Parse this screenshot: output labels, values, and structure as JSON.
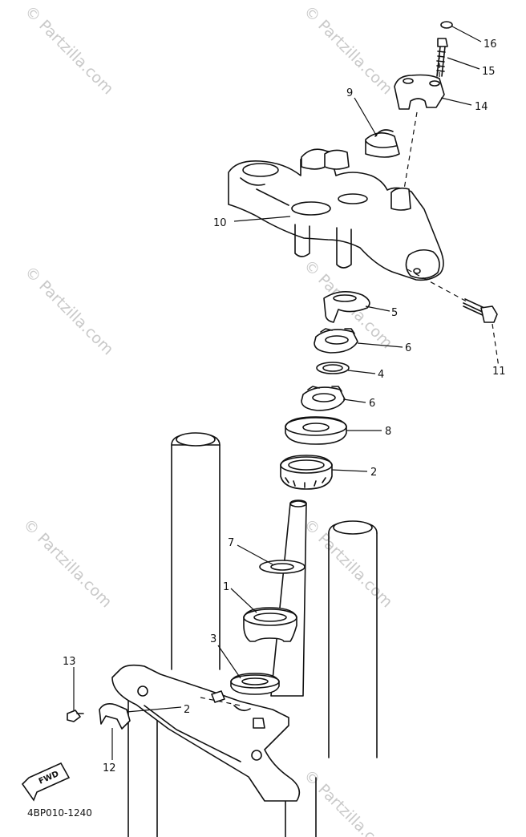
{
  "diagram": {
    "callouts": [
      "16",
      "15",
      "14",
      "9",
      "10",
      "5",
      "6",
      "4",
      "11",
      "6",
      "8",
      "2",
      "7",
      "1",
      "3",
      "13",
      "2",
      "12"
    ],
    "drawing_code": "4BP010-1240",
    "fwd_marker": "FWD"
  },
  "watermark": {
    "text": "© Partzilla.com",
    "text_repeats": [
      "© Partzilla.com",
      "© Partzilla.com",
      "© Partzilla.com",
      "© Partzilla.com",
      "© Partzilla.com",
      "© Partzilla.com",
      "© Partzilla.com"
    ]
  },
  "colors": {
    "line": "#111111",
    "watermark": "#c9c9c9",
    "background": "#ffffff"
  }
}
